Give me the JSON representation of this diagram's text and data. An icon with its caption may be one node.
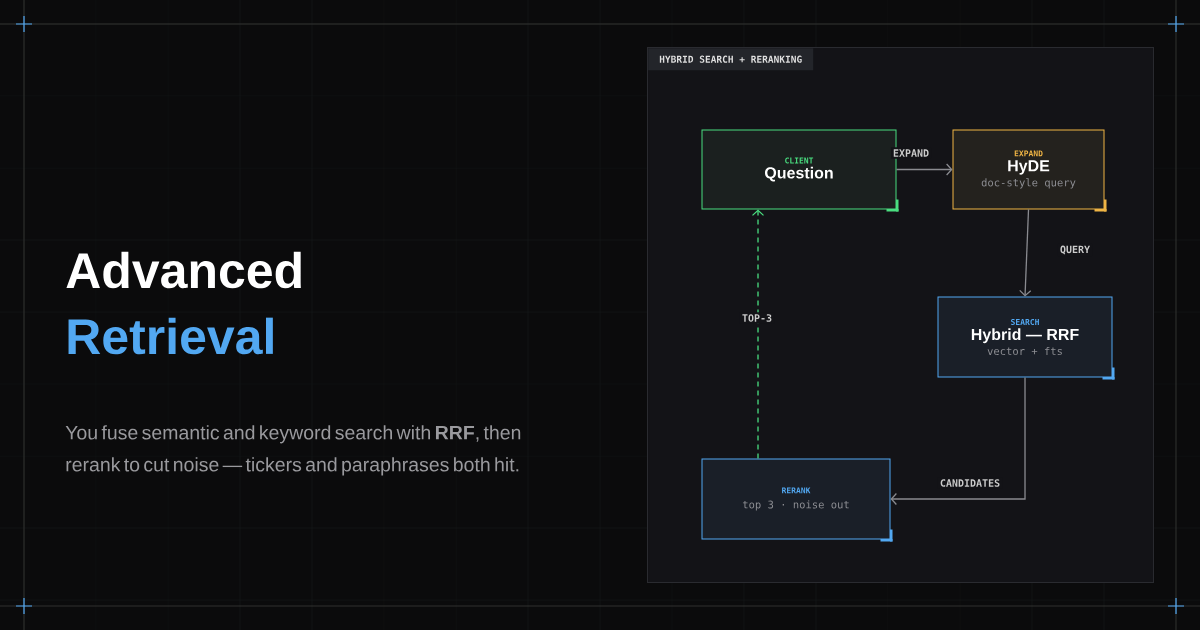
{
  "diagram": {
    "nodes": [
      {
        "text": [
          "HYBRID SEARCH + RERANKING"
        ]
      },
      {
        "text": [
          "CLIENT",
          "Question"
        ],
        "in": 0
      },
      {
        "text": [
          "EXPAND",
          "HyDE",
          "doc-style query"
        ],
        "in": 0
      },
      {
        "text": [
          "SEARCH",
          "Hybrid — RRF",
          "vector + fts"
        ],
        "in": 0
      },
      {
        "text": [
          "RERANK",
          "top 3 · noise out"
        ],
        "in": 0
      }
    ],
    "edges": [
      {
        "from": 1,
        "to": 2,
        "arrow": "to",
        "label": "EXPAND"
      },
      {
        "from": 2,
        "to": 3,
        "arrow": "to",
        "label": "QUERY"
      },
      {
        "from": 3,
        "to": 4,
        "arrow": "to",
        "label": "CANDIDATES"
      },
      {
        "from": 4,
        "to": 1,
        "arrow": "to",
        "label": "TOP-3",
        "style": "dashed",
        "color": "#4ade80"
      }
    ],
    "labels": [
      "Advanced",
      "Retrieval",
      "You fuse semantic and keyword search with **RRF**, then rerank to cut noise — tickers and paraphrases both hit."
    ]
  }
}
